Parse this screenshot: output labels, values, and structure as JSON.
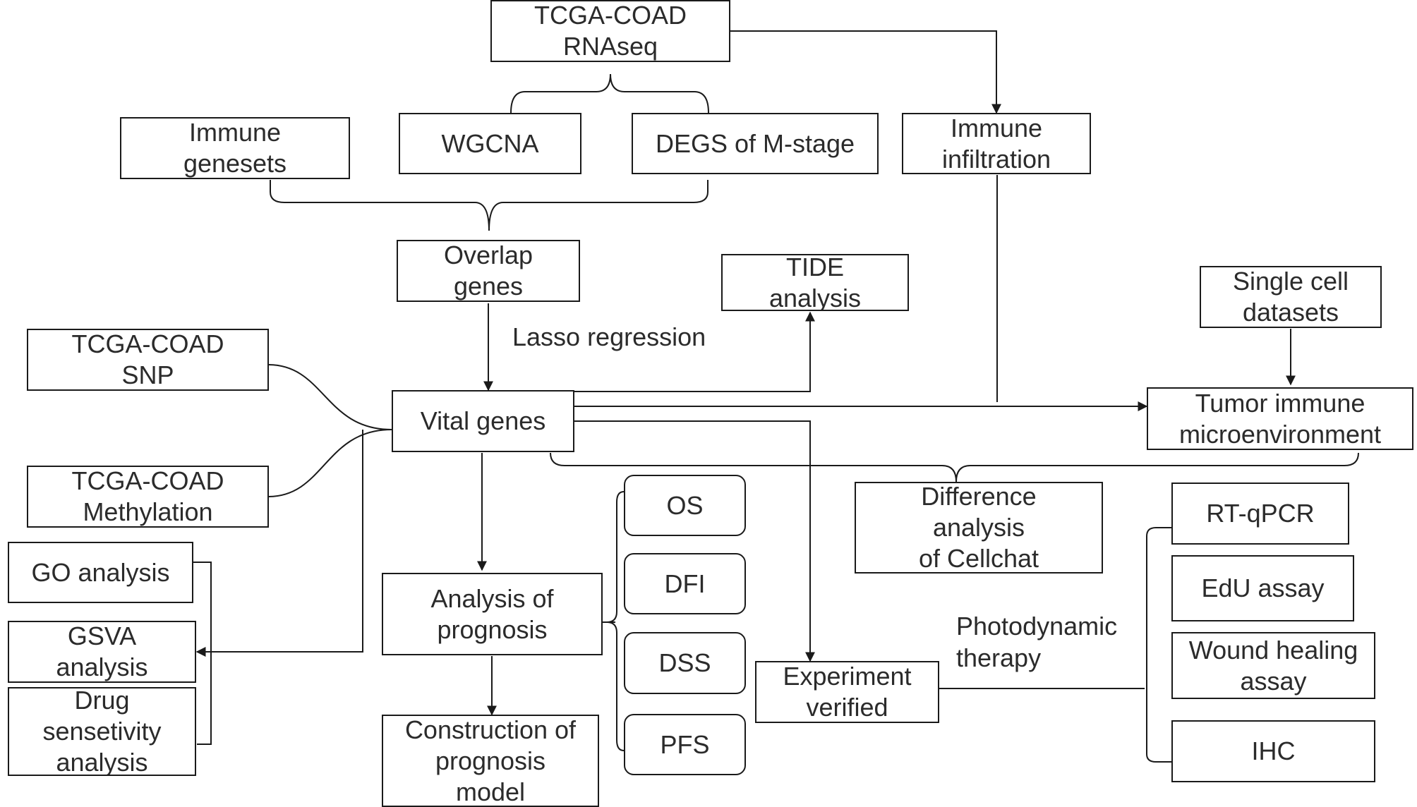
{
  "nodes": {
    "tcga_rnaseq": [
      "TCGA-COAD",
      "RNAseq"
    ],
    "immune_genesets": [
      "Immune",
      "genesets"
    ],
    "wgcna": [
      "WGCNA"
    ],
    "degs": [
      "DEGS of M-stage"
    ],
    "immune_infiltration": [
      "Immune",
      "infiltration"
    ],
    "overlap_genes": [
      "Overlap",
      "genes"
    ],
    "tide": [
      "TIDE",
      "analysis"
    ],
    "single_cell": [
      "Single cell",
      "datasets"
    ],
    "tcga_snp": [
      "TCGA-COAD",
      "SNP"
    ],
    "vital_genes": [
      "Vital genes"
    ],
    "tumor_immune": [
      "Tumor immune",
      "microenvironment"
    ],
    "tcga_methylation": [
      "TCGA-COAD",
      "Methylation"
    ],
    "difference_cellchat": [
      "Difference",
      "analysis",
      "of Cellchat"
    ],
    "rt_qpcr": [
      "RT-qPCR"
    ],
    "go_analysis": [
      "GO analysis"
    ],
    "gsva": [
      "GSVA",
      "analysis"
    ],
    "drug": [
      "Drug",
      "sensetivity",
      "analysis"
    ],
    "prognosis": [
      "Analysis of",
      "prognosis"
    ],
    "os": [
      "OS"
    ],
    "dfi": [
      "DFI"
    ],
    "dss": [
      "DSS"
    ],
    "pfs": [
      "PFS"
    ],
    "edu": [
      "EdU assay"
    ],
    "wound": [
      "Wound healing",
      "assay"
    ],
    "experiment": [
      "Experiment",
      "verified"
    ],
    "ihc": [
      "IHC"
    ],
    "construction": [
      "Construction of",
      "prognosis",
      "model"
    ]
  },
  "labels": {
    "lasso": [
      "Lasso regression"
    ],
    "photodynamic": [
      "Photodynamic",
      "therapy"
    ]
  },
  "colors": {
    "line": "#1a1a1a",
    "text": "#2b2b2b",
    "background": "#ffffff"
  }
}
